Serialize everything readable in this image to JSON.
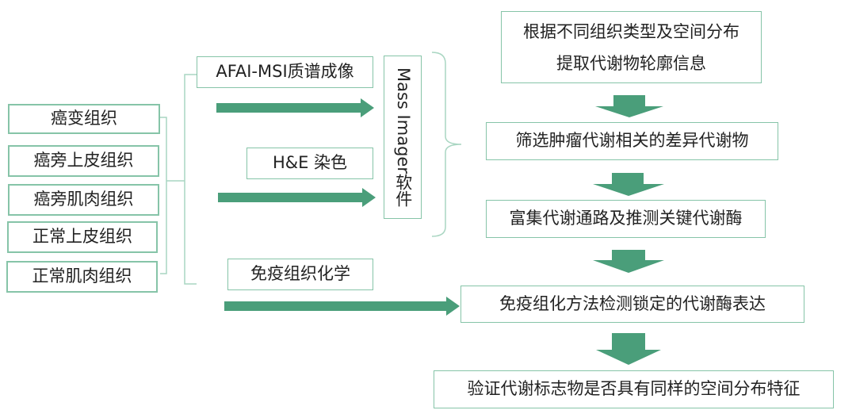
{
  "colors": {
    "arrow": "#4a9e7a",
    "box_border": "#86c4a8",
    "connector": "#a9d6c2"
  },
  "tissues": [
    "癌变组织",
    "癌旁上皮组织",
    "癌旁肌肉组织",
    "正常上皮组织",
    "正常肌肉组织"
  ],
  "methods": {
    "msi": "AFAI-MSI质谱成像",
    "he": "H&E 染色",
    "ihc": "免疫组织化学"
  },
  "software": "Mass Imager软件",
  "steps": {
    "step1_line1": "根据不同组织类型及空间分布",
    "step1_line2": "提取代谢物轮廓信息",
    "step2": "筛选肿瘤代谢相关的差异代谢物",
    "step3": "富集代谢通路及推测关键代谢酶",
    "step4": "免疫组化方法检测锁定的代谢酶表达",
    "step5": "验证代谢标志物是否具有同样的空间分布特征"
  }
}
